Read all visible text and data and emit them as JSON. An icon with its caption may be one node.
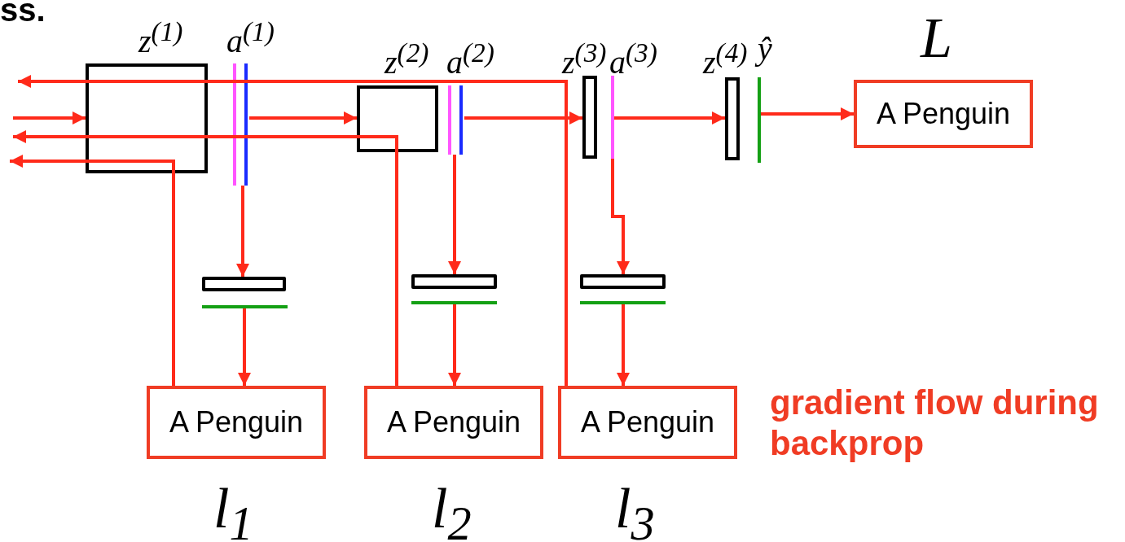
{
  "diagram": {
    "nodes": [
      {
        "text": [
          "z$^{(1)}$"
        ]
      },
      {
        "text": [
          "a$^{(1)}$"
        ]
      },
      {
        "text": [
          "z$^{(2)}$"
        ]
      },
      {
        "text": [
          "a$^{(2)}$"
        ]
      },
      {
        "text": [
          "z$^{(3)}$"
        ]
      },
      {
        "text": [
          "a$^{(3)}$"
        ]
      },
      {
        "text": [
          "z$^{(4)}$"
        ]
      },
      {
        "text": [
          "ŷ"
        ]
      },
      {
        "text": [
          "L",
          "A Penguin"
        ]
      },
      {
        "text": [],
        "shape": "bar"
      },
      {
        "text": [],
        "shape": "bar"
      },
      {
        "text": [
          "A Penguin",
          "l$_{1}$"
        ]
      },
      {
        "text": [],
        "shape": "bar"
      },
      {
        "text": [],
        "shape": "bar"
      },
      {
        "text": [
          "A Penguin",
          "l$_{2}$"
        ]
      },
      {
        "text": [],
        "shape": "bar"
      },
      {
        "text": [],
        "shape": "bar"
      },
      {
        "text": [
          "A Penguin",
          "l$_{3}$"
        ]
      }
    ],
    "edges": [
      {
        "from": null,
        "to": 0,
        "arrow": "to"
      },
      {
        "from": 1,
        "to": 2,
        "arrow": "to"
      },
      {
        "from": 3,
        "to": 4,
        "arrow": "to"
      },
      {
        "from": 5,
        "to": 6,
        "arrow": "to"
      },
      {
        "from": 7,
        "to": 8,
        "arrow": "to"
      },
      {
        "from": 1,
        "to": 9,
        "arrow": "to"
      },
      {
        "from": 10,
        "to": 11,
        "arrow": "to"
      },
      {
        "from": 3,
        "to": 12,
        "arrow": "to"
      },
      {
        "from": 13,
        "to": 14,
        "arrow": "to"
      },
      {
        "from": 5,
        "to": 15,
        "arrow": "to"
      },
      {
        "from": 16,
        "to": 17,
        "arrow": "to"
      },
      {
        "from": 11,
        "to": null,
        "arrow": "to"
      },
      {
        "from": 14,
        "to": null,
        "arrow": "to"
      },
      {
        "from": 17,
        "to": null,
        "arrow": "to"
      }
    ],
    "labels": [
      "ss.",
      "gradient flow during backprop"
    ]
  }
}
